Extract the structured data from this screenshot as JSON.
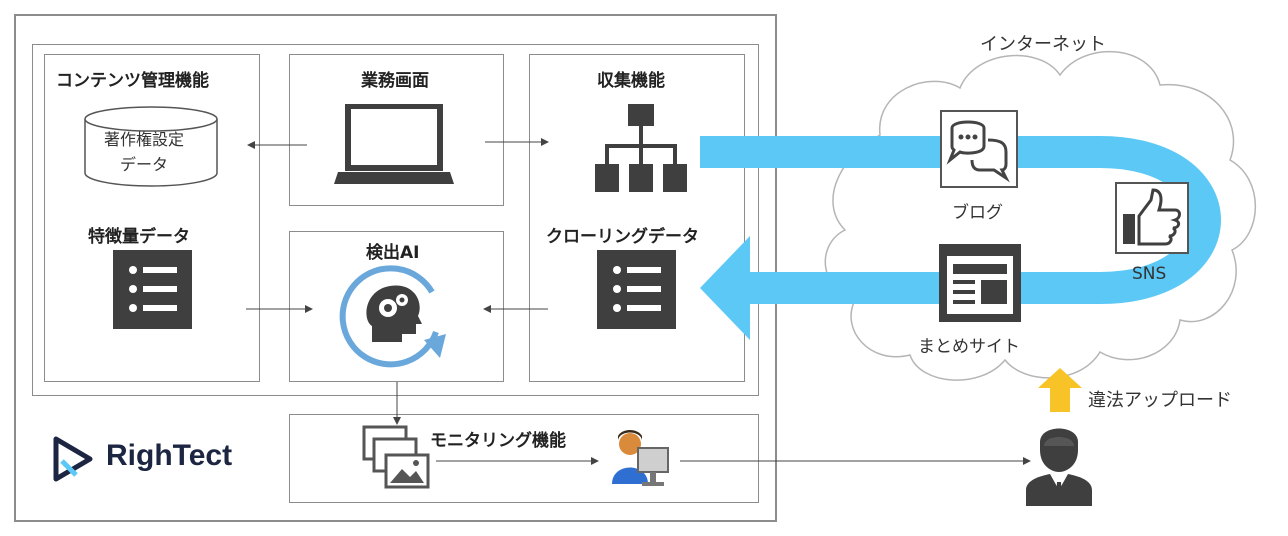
{
  "system": {
    "content_mgmt": {
      "title": "コンテンツ管理機能",
      "db_line1": "著作権設定",
      "db_line2": "データ"
    },
    "feature_data": {
      "title": "特徴量データ"
    },
    "business_screen": {
      "title": "業務画面"
    },
    "detection_ai": {
      "title": "検出AI"
    },
    "collection": {
      "title": "収集機能"
    },
    "crawling_data": {
      "title": "クローリングデータ"
    },
    "monitoring": {
      "title": "モニタリング機能"
    },
    "logo": {
      "text": "RighTect"
    }
  },
  "internet": {
    "title": "インターネット",
    "blog": "ブログ",
    "sns": "SNS",
    "matome": "まとめサイト",
    "upload": "違法アップロード"
  },
  "colors": {
    "flow": "#5bc8f5",
    "ai_ring": "#6aa8dc",
    "upload_arrow": "#f7c326",
    "icon_dark": "#3f3f3f",
    "logo": "#1c2541"
  }
}
